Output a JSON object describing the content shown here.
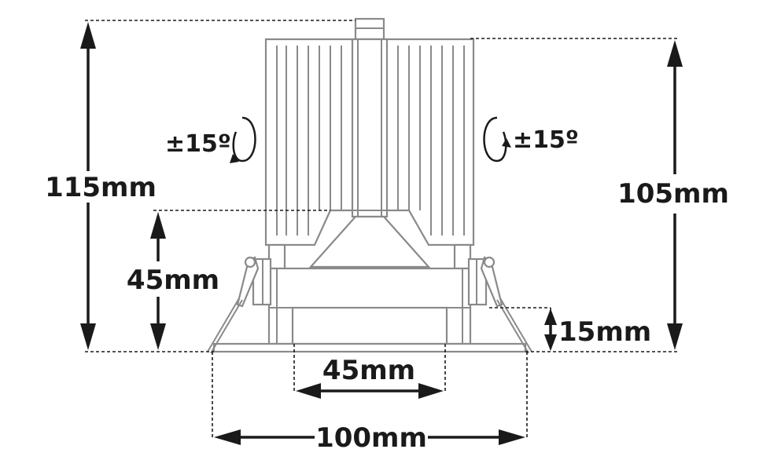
{
  "labels": {
    "height_total": "115mm",
    "height_body": "105mm",
    "height_recess": "45mm",
    "height_flange": "15mm",
    "width_aperture": "45mm",
    "width_outer": "100mm",
    "tilt_left": "±15º",
    "tilt_right": "±15º"
  },
  "colors": {
    "ink": "#1a1a1a",
    "outline": "#8a8a8a"
  }
}
